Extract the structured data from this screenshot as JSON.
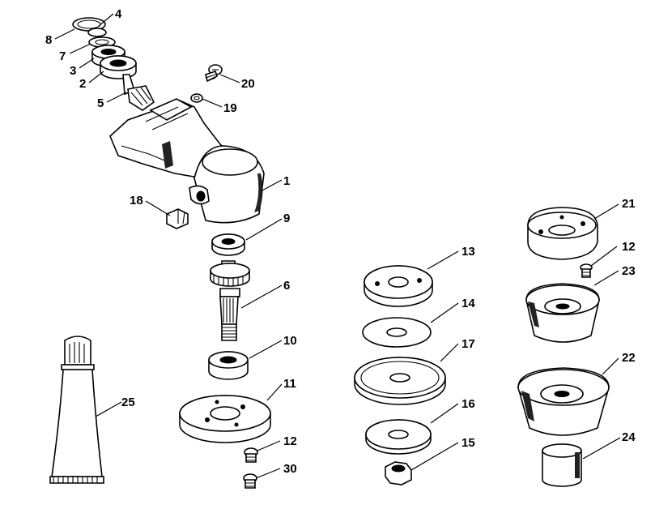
{
  "callouts": {
    "c1": "1",
    "c2": "2",
    "c3": "3",
    "c4": "4",
    "c5": "5",
    "c6": "6",
    "c7": "7",
    "c8": "8",
    "c9": "9",
    "c10": "10",
    "c11": "11",
    "c12a": "12",
    "c12b": "12",
    "c13": "13",
    "c14": "14",
    "c15": "15",
    "c16": "16",
    "c17": "17",
    "c18": "18",
    "c19": "19",
    "c20": "20",
    "c21": "21",
    "c22": "22",
    "c23": "23",
    "c24": "24",
    "c25": "25",
    "c30": "30"
  }
}
